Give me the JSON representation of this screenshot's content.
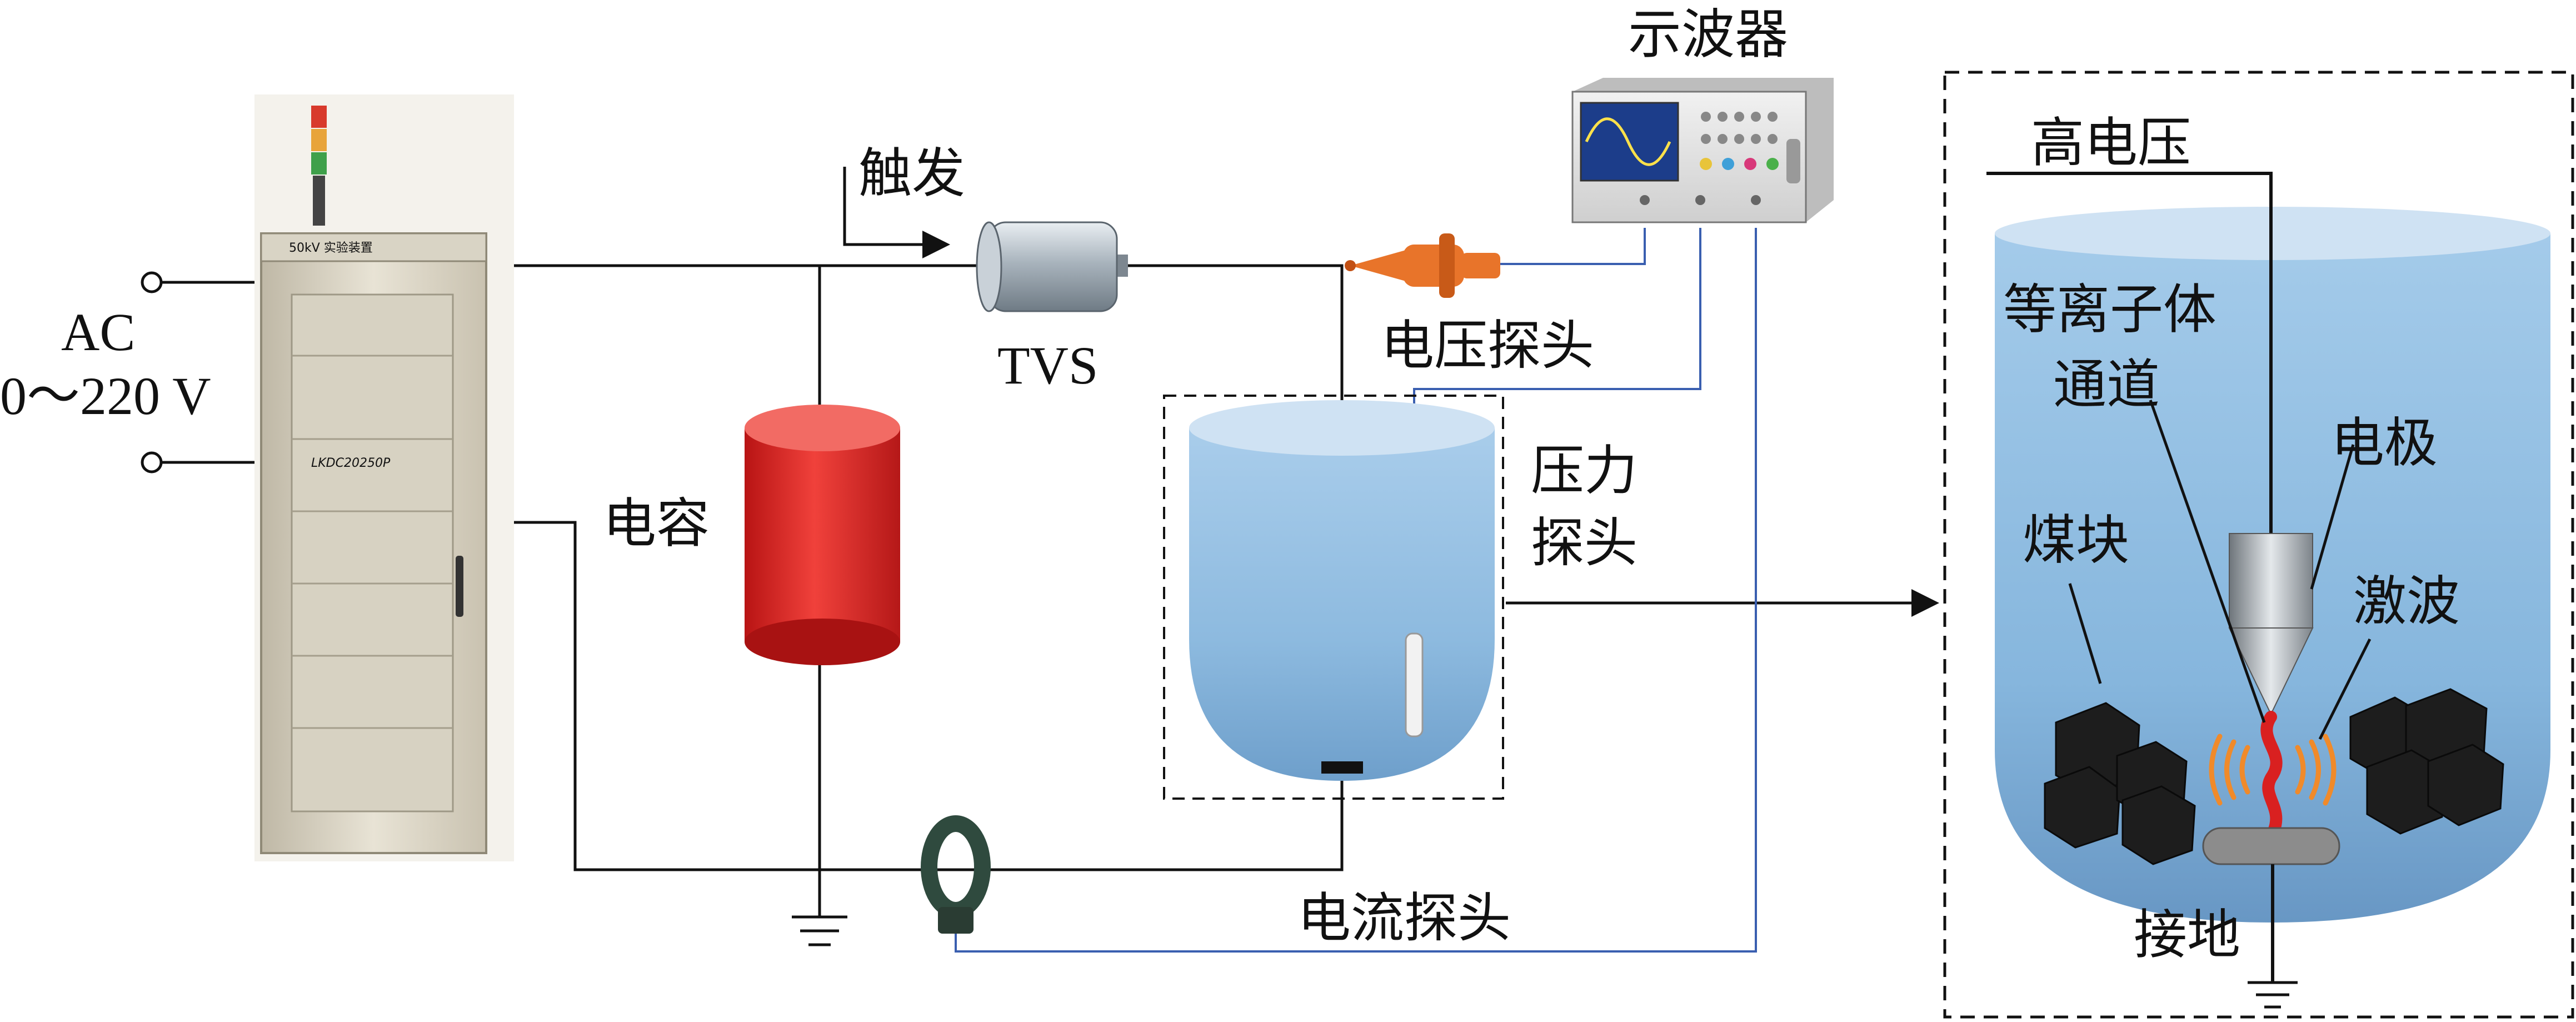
{
  "labels": {
    "ac": "AC",
    "ac_range": "0～220 V",
    "trigger": "触发",
    "tvs": "TVS",
    "capacitor": "电容",
    "voltage_probe": "电压探头",
    "oscilloscope": "示波器",
    "pressure_probe_line1": "压力",
    "pressure_probe_line2": "探头",
    "current_probe": "电流探头",
    "high_voltage": "高电压",
    "plasma_channel_line1": "等离子体",
    "plasma_channel_line2": "通道",
    "electrode": "电极",
    "coal": "煤块",
    "shock_wave": "激波",
    "ground": "接地"
  },
  "device_text": {
    "cabinet_header": "50kV 实验装置",
    "cabinet_model": "LKDC20250P"
  },
  "colors": {
    "wire": "#111111",
    "signal_wire": "#3a5fb0",
    "vessel_top": "#cfe2f3",
    "vessel_body": "#8fbbe0",
    "capacitor": "#e02a2a",
    "probe": "#e8742a",
    "coal": "#1d1d1d",
    "plasma": "#d92020",
    "shock": "#f08a2a"
  },
  "icons": {
    "ground": "ground-symbol-icon",
    "terminal": "open-terminal-icon",
    "arrow": "arrow-head-icon"
  }
}
